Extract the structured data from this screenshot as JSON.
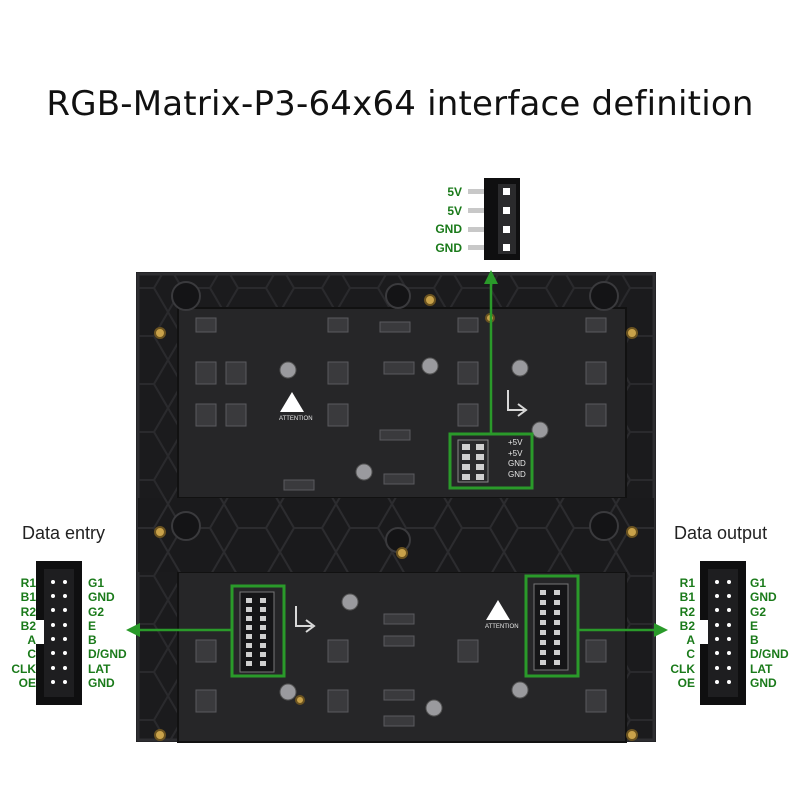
{
  "title": "RGB-Matrix-P3-64x64 interface definition",
  "labels": {
    "data_entry": "Data entry",
    "data_output": "Data output"
  },
  "power_pins": [
    "5V",
    "5V",
    "GND",
    "GND"
  ],
  "pcb_power_labels": [
    "+5V",
    "+5V",
    "GND",
    "GND"
  ],
  "attention_label": "ATTENTION",
  "hub75_left_pins": [
    "R1",
    "B1",
    "R2",
    "B2",
    "A",
    "C",
    "CLK",
    "OE"
  ],
  "hub75_right_pins": [
    "G1",
    "GND",
    "G2",
    "E",
    "B",
    "D/GND",
    "LAT",
    "GND"
  ],
  "colors": {
    "accent_green": "#2a9a2a",
    "pin_label_green": "#1a7a1a",
    "panel_dark": "#1c1c1e"
  }
}
